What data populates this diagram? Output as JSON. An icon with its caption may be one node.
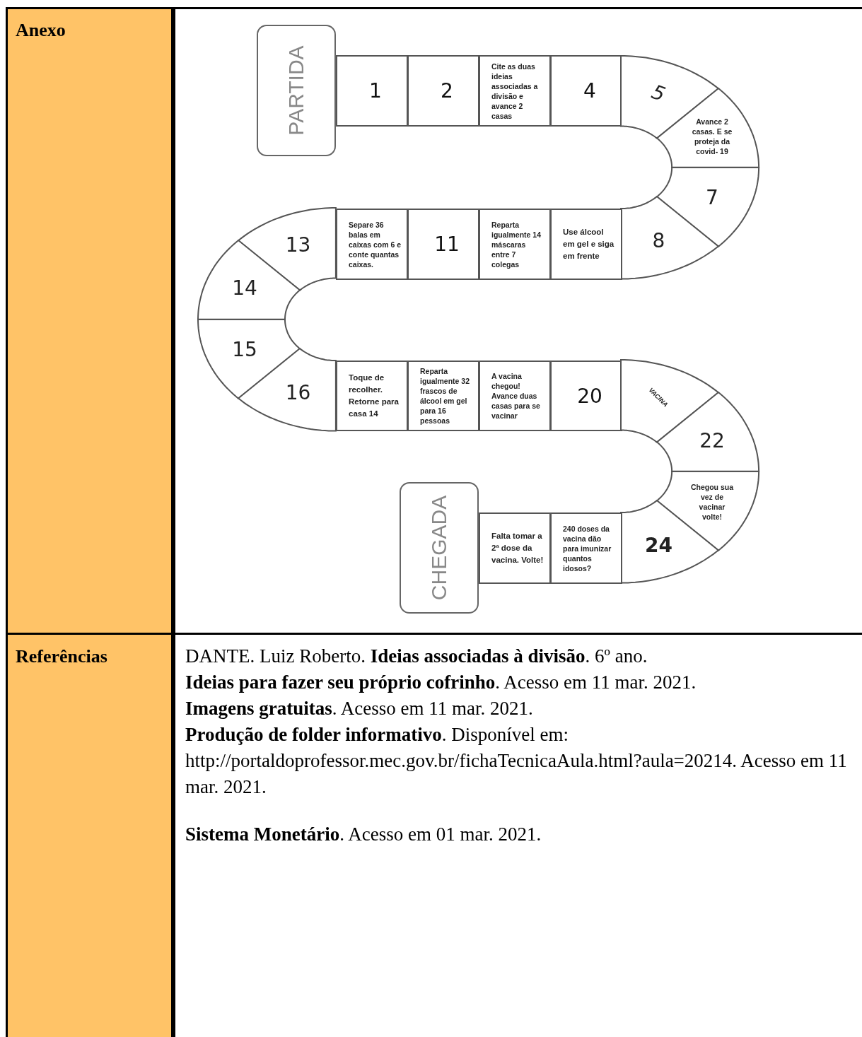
{
  "diagram": {
    "nodes": [
      {
        "text": [
          "PARTIDA"
        ]
      },
      {
        "text": [
          "1"
        ]
      },
      {
        "text": [
          "2"
        ]
      },
      {
        "text": [
          "Cite as duas ideias associadas a divisão e avance 2 casas"
        ]
      },
      {
        "text": [
          "4"
        ]
      },
      {
        "text": [
          "5"
        ]
      },
      {
        "text": [
          "Avance 2 casas. E se proteja da covid- 19"
        ]
      },
      {
        "text": [
          "7"
        ]
      },
      {
        "text": [
          "8"
        ]
      },
      {
        "text": [
          "Use álcool em gel e siga em frente"
        ]
      },
      {
        "text": [
          "Reparta igualmente 14 máscaras entre 7 colegas"
        ]
      },
      {
        "text": [
          "11"
        ]
      },
      {
        "text": [
          "Separe 36 balas em caixas com 6 e conte quantas caixas."
        ]
      },
      {
        "text": [
          "13"
        ]
      },
      {
        "text": [
          "14"
        ]
      },
      {
        "text": [
          "15"
        ]
      },
      {
        "text": [
          "16"
        ]
      },
      {
        "text": [
          "Toque de recolher. Retorne para casa 14"
        ]
      },
      {
        "text": [
          "Reparta igualmente 32 frascos de álcool em gel para 16 pessoas"
        ]
      },
      {
        "text": [
          "A vacina chegou! Avance duas casas para se vacinar"
        ]
      },
      {
        "text": [
          "20"
        ]
      },
      {
        "text": [
          "VACINA"
        ]
      },
      {
        "text": [
          "22"
        ]
      },
      {
        "text": [
          "Chegou sua vez de vacinar volte!"
        ]
      },
      {
        "text": [
          "24"
        ]
      },
      {
        "text": [
          "240 doses da vacina dão para imunizar quantos idosos?"
        ]
      },
      {
        "text": [
          "Falta tomar a 2ª dose da vacina. Volte!"
        ]
      },
      {
        "text": [
          "CHEGADA"
        ]
      }
    ],
    "labels": [
      "Anexo",
      "Referências",
      "DANTE. Luiz Roberto. **Ideias associadas à divisão**. 6º ano.",
      "**Ideias para fazer seu próprio cofrinho**. Acesso em 11 mar. 2021.",
      "**Imagens gratuitas**. Acesso em 11 mar. 2021.",
      "**Produção de folder informativo**. Disponível em: http://portaldoprofessor.mec.gov.br/fichaTecnicaAula.html?aula=20214. Acesso em 11 mar. 2021.",
      "**Sistema Monetário**. Acesso em 01 mar. 2021."
    ]
  }
}
